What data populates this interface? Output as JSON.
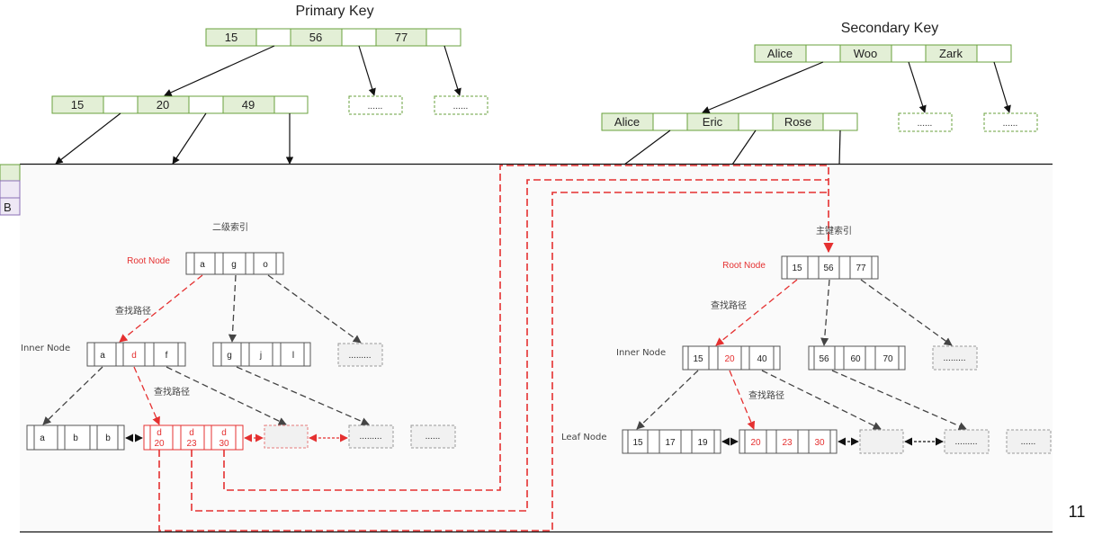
{
  "top": {
    "primary_title": "Primary Key",
    "secondary_title": "Secondary Key",
    "primary_root": [
      "15",
      "",
      "56",
      "",
      "77",
      ""
    ],
    "primary_child": [
      "15",
      "",
      "20",
      "",
      "49",
      ""
    ],
    "secondary_root": [
      "Alice",
      "",
      "Woo",
      "",
      "Zark",
      ""
    ],
    "secondary_child": [
      "Alice",
      "",
      "Eric",
      "",
      "Rose",
      ""
    ],
    "ellipsis": "......"
  },
  "left_tree": {
    "caption": "二级索引",
    "root_label": "Root  Node",
    "inner_label": "Inner Node",
    "path1": "查找路径",
    "path2": "查找路径",
    "root_cells": [
      "a",
      "g",
      "o"
    ],
    "inner1_cells": [
      "a",
      "d",
      "f"
    ],
    "inner2_cells": [
      "g",
      "j",
      "l"
    ],
    "inner_ellipsis": ".........",
    "leaf1_cells": [
      "a",
      "b",
      "b"
    ],
    "leaf2_cells": [
      [
        "d",
        "20"
      ],
      [
        "d",
        "23"
      ],
      [
        "d",
        "30"
      ]
    ],
    "leaf_ellipsis": ".........",
    "leaf_ellipsis2": "......"
  },
  "right_tree": {
    "caption": "主键索引",
    "root_label": "Root  Node",
    "inner_label": "Inner Node",
    "leaf_label": "Leaf Node",
    "path": "查找路径",
    "root_cells": [
      "15",
      "56",
      "77"
    ],
    "inner1_cells": [
      "15",
      "20",
      "40"
    ],
    "inner2_cells": [
      "56",
      "60",
      "70"
    ],
    "inner_ellipsis": ".........",
    "leaf1_cells": [
      "15",
      "17",
      "19"
    ],
    "leaf2_cells": [
      "20",
      "23",
      "30"
    ],
    "leaf_ellipsis": ".........",
    "leaf_ellipsis2": "......"
  },
  "edge_labels": [
    "",
    "",
    "B"
  ],
  "page_number": "11",
  "colors": {
    "green_fill": "#e3efd6",
    "green_stroke": "#6aa23c",
    "red": "#e53030",
    "gray_arrow": "#444444"
  }
}
